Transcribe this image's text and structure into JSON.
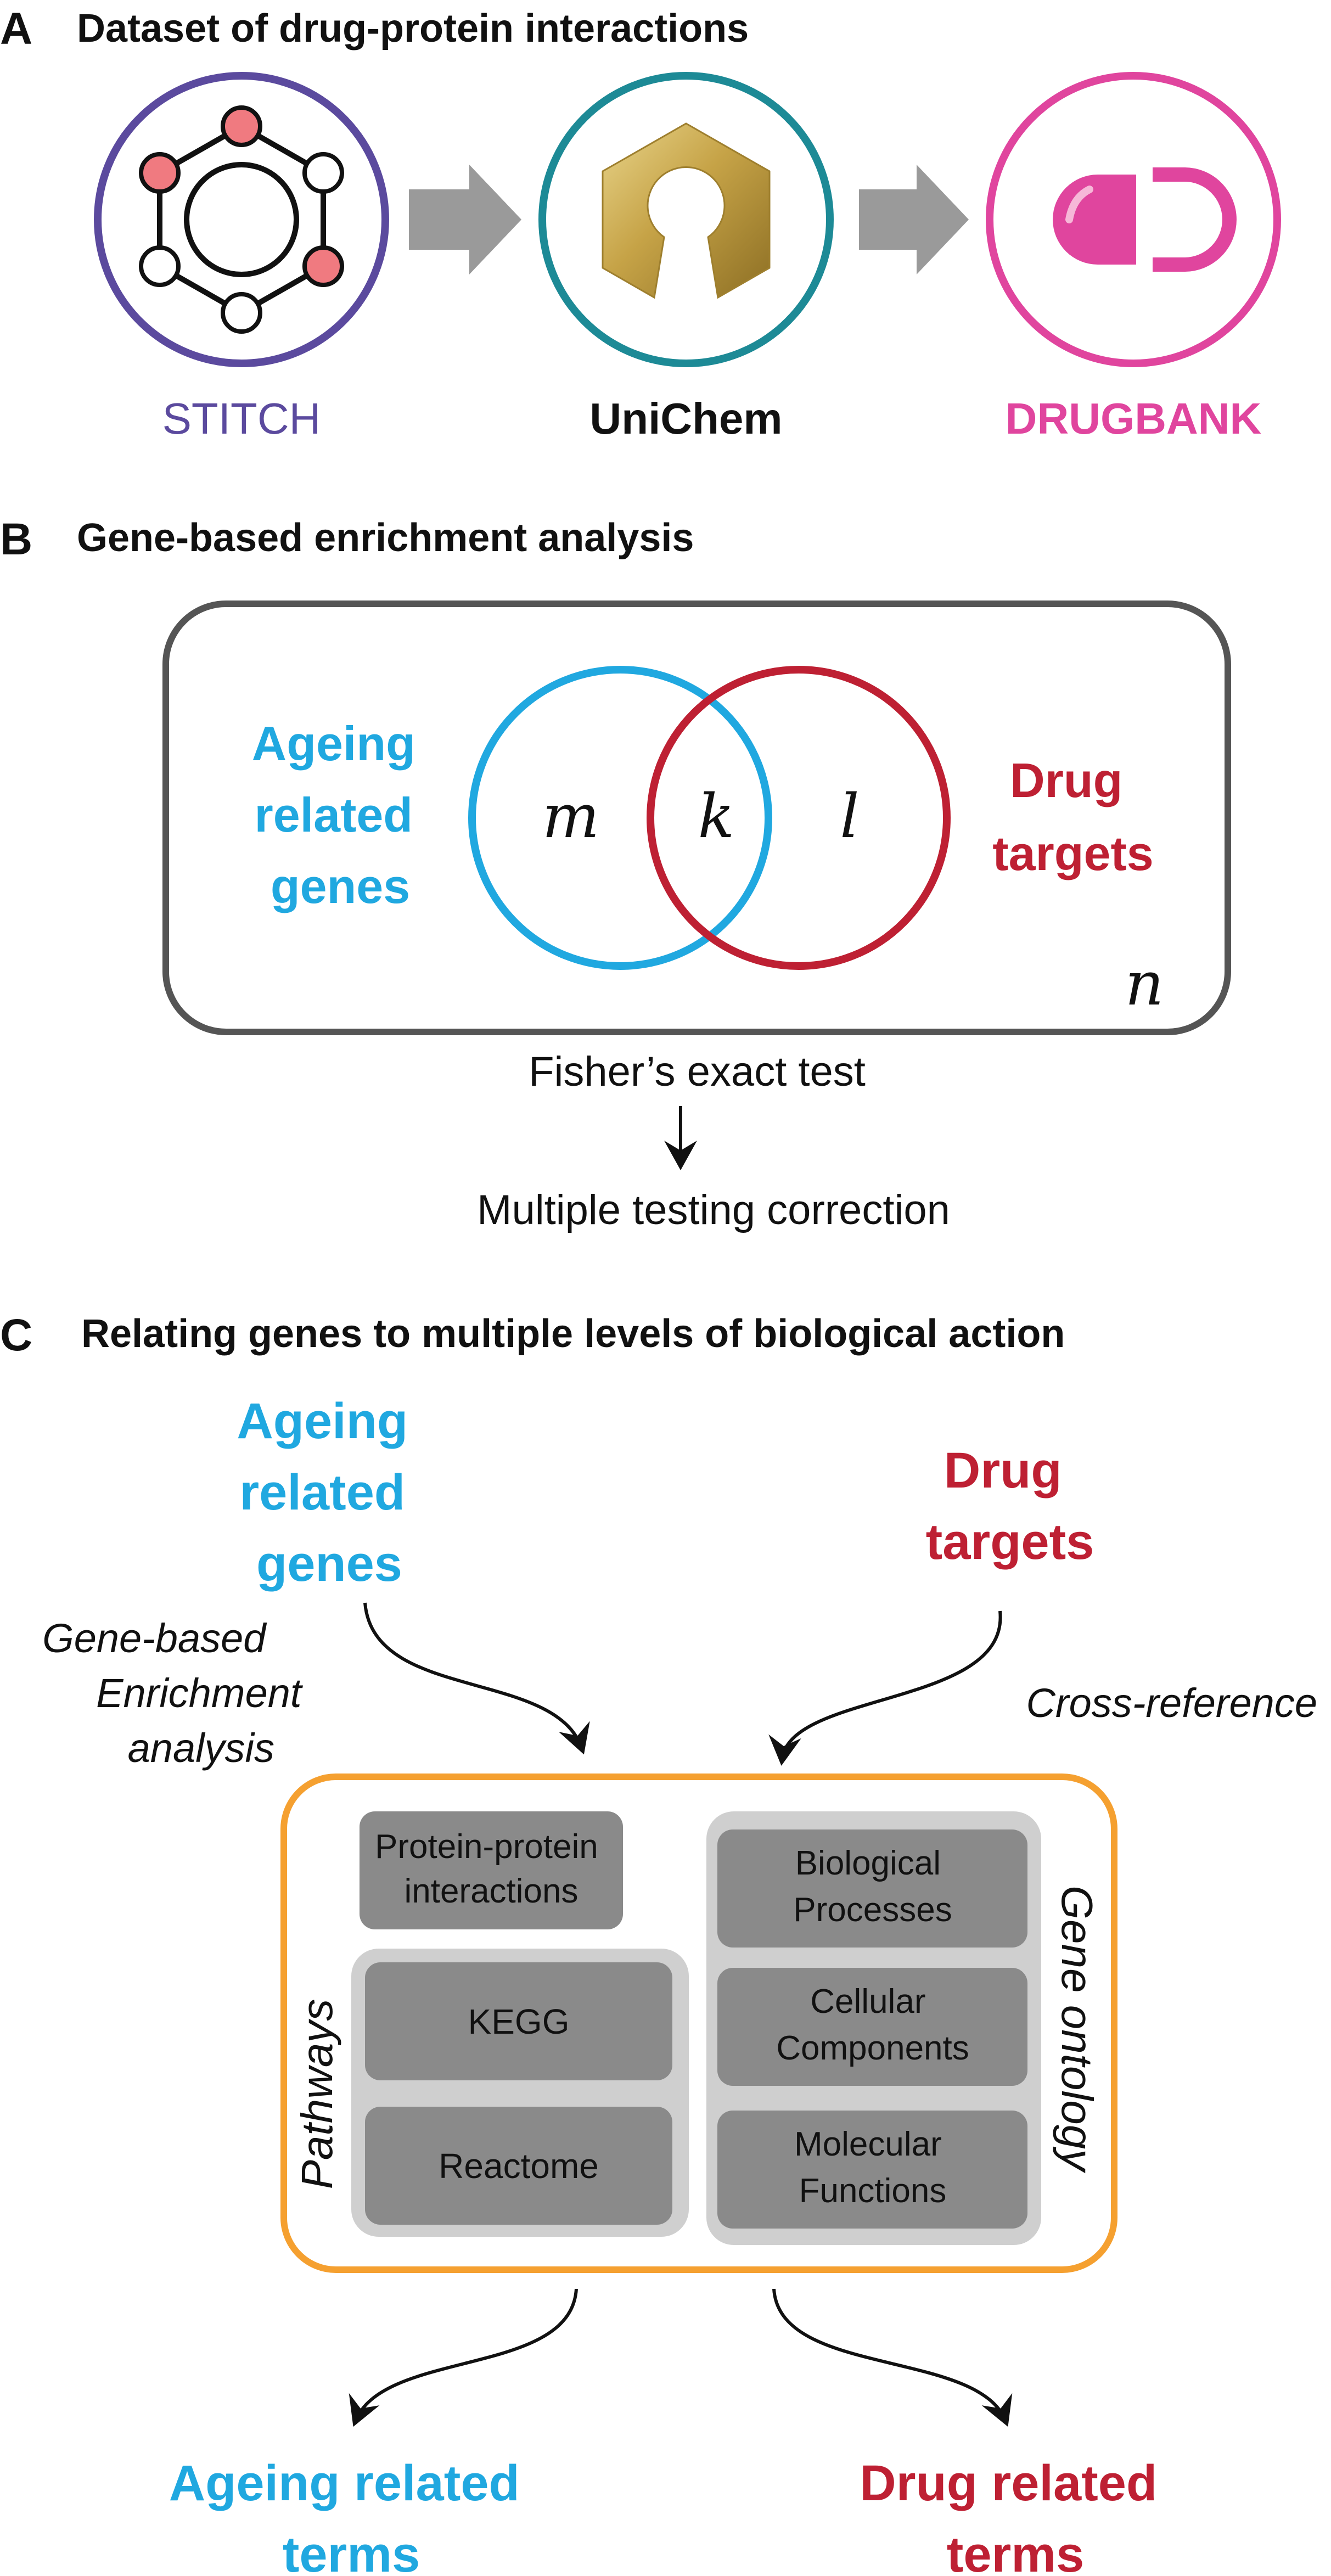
{
  "colors": {
    "stitch": "#5b4a9e",
    "unichem_ring": "#1d8a96",
    "drugbank": "#e0459e",
    "ageing": "#20a8e0",
    "drug": "#be2033",
    "orange": "#f5a030",
    "box_dark": "#8a8a8a",
    "box_light": "#cfcfcf",
    "arrow_gray": "#9a9a9a",
    "node_pink": "#f07a80",
    "gold": "#c9a84a",
    "text": "#111111"
  },
  "panel_a": {
    "letter": "A",
    "title": "Dataset of drug-protein interactions",
    "stitch_label": "STITCH",
    "unichem_label": "UniChem",
    "drugbank_label": "DRUGBANK",
    "icons": {
      "stitch": "hexagon-molecule-icon",
      "unichem": "gold-hexagon-keyhole-icon",
      "drugbank": "pill-capsule-icon"
    }
  },
  "panel_b": {
    "letter": "B",
    "title": "Gene-based enrichment analysis",
    "left_label": [
      "Ageing",
      "related",
      "genes"
    ],
    "right_label": [
      "Drug",
      "targets"
    ],
    "m": "m",
    "k": "k",
    "l": "l",
    "n": "n",
    "test": "Fisher’s exact test",
    "correction": "Multiple testing correction"
  },
  "panel_c": {
    "letter": "C",
    "title": "Relating genes to multiple levels of biological action",
    "ageing_label": [
      "Ageing",
      "related",
      "genes"
    ],
    "drug_label": [
      "Drug",
      "targets"
    ],
    "left_arrow_label": [
      "Gene-based",
      "Enrichment",
      "analysis"
    ],
    "right_arrow_label": "Cross-reference",
    "ppi": [
      "Protein-protein",
      "interactions"
    ],
    "pathways_label": "Pathways",
    "kegg": "KEGG",
    "reactome": "Reactome",
    "gene_ontology_label": "Gene ontology",
    "bio": [
      "Biological",
      "Processes"
    ],
    "cell": [
      "Cellular",
      "Components"
    ],
    "mol": [
      "Molecular",
      "Functions"
    ],
    "ageing_terms": [
      "Ageing related",
      "terms"
    ],
    "drug_terms": [
      "Drug related",
      "terms"
    ]
  }
}
